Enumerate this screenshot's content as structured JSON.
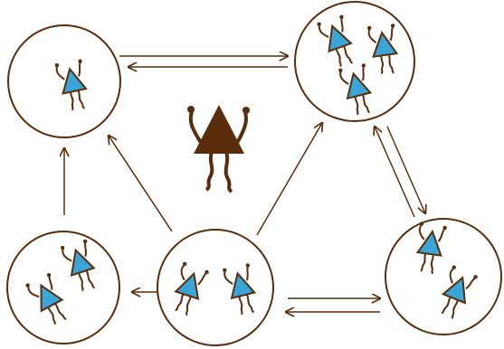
{
  "colors": {
    "outline": "#5a2d0c",
    "figure_fill": "#3aa6d8",
    "central_figure_fill": "#5a2d0c",
    "background": "#ffffff"
  },
  "diagram": {
    "nodes": [
      {
        "id": "top-left",
        "figures": 1
      },
      {
        "id": "top-right",
        "figures": 3
      },
      {
        "id": "bottom-left",
        "figures": 2
      },
      {
        "id": "bottom-center",
        "figures": 2
      },
      {
        "id": "bottom-right",
        "figures": 2
      }
    ],
    "edges": [
      {
        "from": "top-left",
        "to": "top-right"
      },
      {
        "from": "top-right",
        "to": "top-left"
      },
      {
        "from": "bottom-left",
        "to": "top-left"
      },
      {
        "from": "bottom-center",
        "to": "top-left"
      },
      {
        "from": "bottom-center",
        "to": "top-right"
      },
      {
        "from": "bottom-center",
        "to": "bottom-left"
      },
      {
        "from": "top-right",
        "to": "bottom-right"
      },
      {
        "from": "bottom-right",
        "to": "top-right"
      },
      {
        "from": "bottom-center",
        "to": "bottom-right"
      },
      {
        "from": "bottom-right",
        "to": "bottom-center"
      }
    ],
    "central_figure": {
      "icon": "dancing-triangle-figure-icon",
      "color": "brown"
    }
  }
}
